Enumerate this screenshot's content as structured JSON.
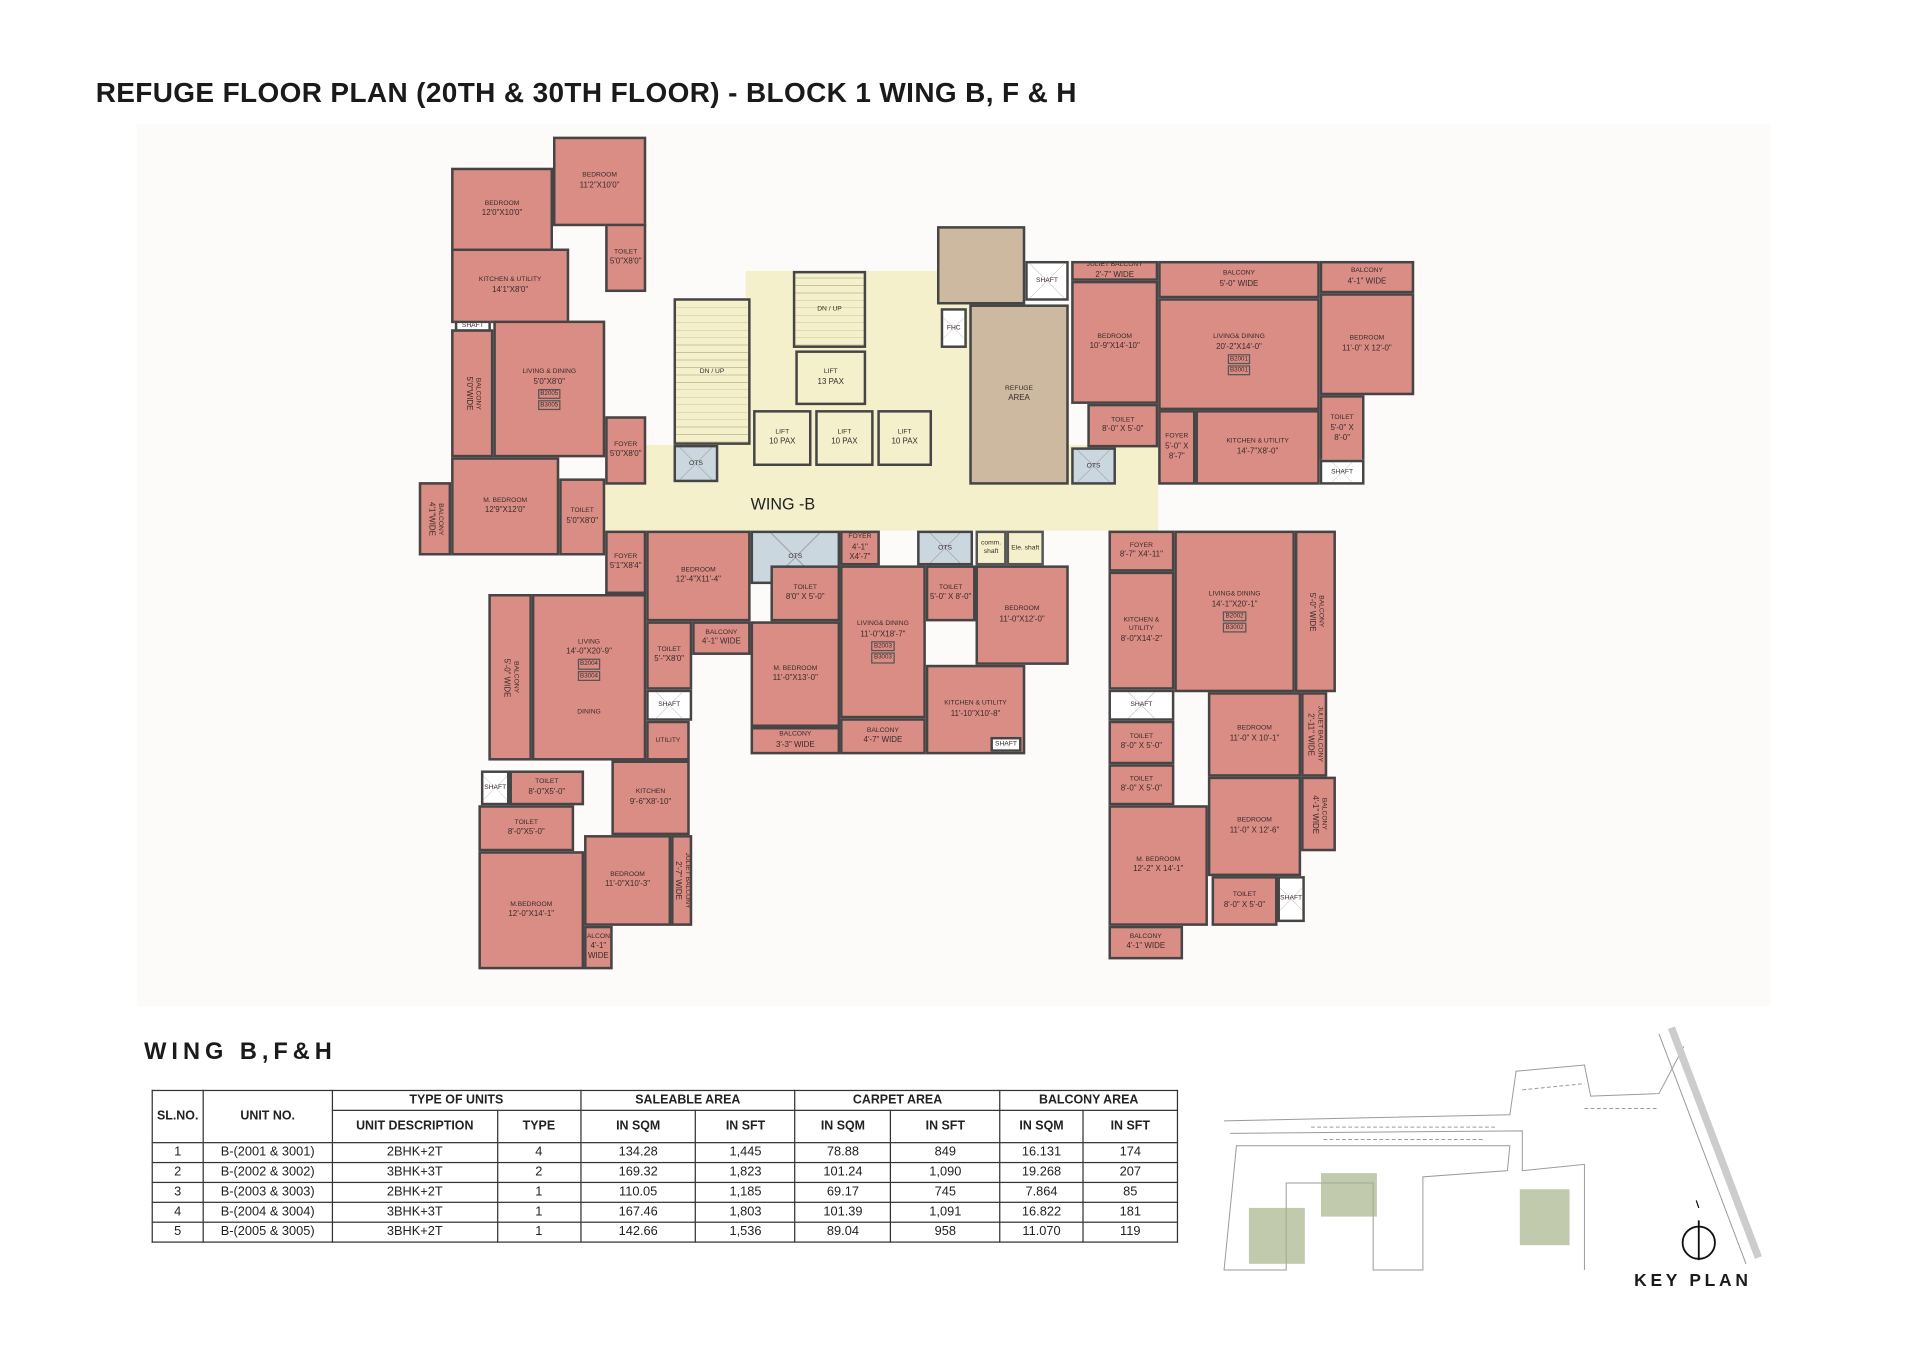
{
  "title": "REFUGE FLOOR PLAN (20TH & 30TH FLOOR) - BLOCK 1 WING B, F & H",
  "plan": {
    "wing_label": "WING -B",
    "rooms": [
      {
        "name": "",
        "dims": ""
      },
      {
        "name": "",
        "dims": ""
      },
      {
        "name": "DN / UP",
        "dims": ""
      },
      {
        "name": "DN / UP",
        "dims": ""
      },
      {
        "name": "LIFT",
        "dims": "13 PAX"
      },
      {
        "name": "LIFT",
        "dims": "10 PAX"
      },
      {
        "name": "LIFT",
        "dims": "10 PAX"
      },
      {
        "name": "LIFT",
        "dims": "10 PAX"
      },
      {
        "name": "OTS",
        "dims": ""
      },
      {
        "name": "",
        "dims": ""
      },
      {
        "name": "REFUGE",
        "dims": "AREA"
      },
      {
        "name": "FHC",
        "dims": ""
      },
      {
        "name": "SHAFT",
        "dims": ""
      },
      {
        "name": "OTS",
        "dims": ""
      },
      {
        "name": "OTS",
        "dims": ""
      },
      {
        "name": "FOYER",
        "dims": "4'-1\" X4'-7\""
      },
      {
        "name": "OTS",
        "dims": ""
      },
      {
        "name": "comm. shaft",
        "dims": ""
      },
      {
        "name": "Ele. shaft",
        "dims": ""
      },
      {
        "name": "BEDROOM",
        "dims": "11'2\"X10'0\""
      },
      {
        "name": "BEDROOM",
        "dims": "12'0\"X10'0\""
      },
      {
        "name": "TOILET",
        "dims": "5'0\"X8'0\""
      },
      {
        "name": "KITCHEN & UTILITY",
        "dims": "14'1\"X8'0\""
      },
      {
        "name": "SHAFT",
        "dims": ""
      },
      {
        "name": "BALCONY",
        "dims": "5'0\"WIDE"
      },
      {
        "name": "LIVING & DINING",
        "dims": "5'0\"X8'0\"",
        "tags": [
          "B2005",
          "B3005"
        ]
      },
      {
        "name": "FOYER",
        "dims": "5'0\"X8'0\""
      },
      {
        "name": "M. BEDROOM",
        "dims": "12'9\"X12'0\""
      },
      {
        "name": "BALCONY",
        "dims": "4'1\"WIDE"
      },
      {
        "name": "TOILET",
        "dims": "5'0\"X8'0\""
      },
      {
        "name": "JULIET BALCONY",
        "dims": "2'-7\" WIDE"
      },
      {
        "name": "BEDROOM",
        "dims": "10'-9\"X14'-10\""
      },
      {
        "name": "BALCONY",
        "dims": "5'-0\" WIDE"
      },
      {
        "name": "BALCONY",
        "dims": "4'-1\" WIDE"
      },
      {
        "name": "LIVING& DINING",
        "dims": "20'-2\"X14'-0\"",
        "tags": [
          "B2001",
          "B3001"
        ]
      },
      {
        "name": "BEDROOM",
        "dims": "11'-0\" X 12'-0\""
      },
      {
        "name": "TOILET",
        "dims": "8'-0\" X 5'-0\""
      },
      {
        "name": "FOYER",
        "dims": "5'-0\" X 8'-7\""
      },
      {
        "name": "KITCHEN & UTILITY",
        "dims": "14'-7\"X8'-0\""
      },
      {
        "name": "TOILET",
        "dims": "5'-0\" X 8'-0\""
      },
      {
        "name": "SHAFT",
        "dims": ""
      },
      {
        "name": "FOYER",
        "dims": "5'1\"X8'4\""
      },
      {
        "name": "BEDROOM",
        "dims": "12'-4\"X11'-4\""
      },
      {
        "name": "BALCONY",
        "dims": "4'-1\" WIDE"
      },
      {
        "name": "TOILET",
        "dims": "5'-\"X8'0\""
      },
      {
        "name": "SHAFT",
        "dims": ""
      },
      {
        "name": "LIVING",
        "dims": "14'-0\"X20'-9\"",
        "tags": [
          "B2004",
          "B3004"
        ],
        "extra": "DINING"
      },
      {
        "name": "BALCONY",
        "dims": "5'-0\" WIDE"
      },
      {
        "name": "UTILITY",
        "dims": ""
      },
      {
        "name": "KITCHEN",
        "dims": "9'-6\"X8'-10\""
      },
      {
        "name": "SHAFT",
        "dims": ""
      },
      {
        "name": "TOILET",
        "dims": "8'-0\"X5'-0\""
      },
      {
        "name": "TOILET",
        "dims": "8'-0\"X5'-0\""
      },
      {
        "name": "M.BEDROOM",
        "dims": "12'-0\"X14'-1\""
      },
      {
        "name": "BEDROOM",
        "dims": "11'-0\"X10'-3\""
      },
      {
        "name": "JULIET BALCONY",
        "dims": "2'-7\" WIDE"
      },
      {
        "name": "BALCONY",
        "dims": "4'-1\" WIDE"
      },
      {
        "name": "TOILET",
        "dims": "8'0\" X 5'-0\""
      },
      {
        "name": "M. BEDROOM",
        "dims": "11'-0\"X13'-0\""
      },
      {
        "name": "BALCONY",
        "dims": "3'-3\" WIDE"
      },
      {
        "name": "LIVING& DINING",
        "dims": "11'-0\"X18'-7\"",
        "tags": [
          "B2003",
          "B3003"
        ]
      },
      {
        "name": "BALCONY",
        "dims": "4'-7\" WIDE"
      },
      {
        "name": "TOILET",
        "dims": "5'-0\" X 8'-0\""
      },
      {
        "name": "BEDROOM",
        "dims": "11'-0\"X12'-0\""
      },
      {
        "name": "KITCHEN & UTILITY",
        "dims": "11'-10\"X10'-8\""
      },
      {
        "name": "SHAFT",
        "dims": ""
      },
      {
        "name": "FOYER",
        "dims": "8'-7\" X4'-11\""
      },
      {
        "name": "LIVING& DINING",
        "dims": "14'-1\"X20'-1\"",
        "tags": [
          "B2002",
          "B3002"
        ]
      },
      {
        "name": "BALCONY",
        "dims": "5'-0\" WIDE"
      },
      {
        "name": "KITCHEN & UTILITY",
        "dims": "8'-0\"X14'-2\""
      },
      {
        "name": "SHAFT",
        "dims": ""
      },
      {
        "name": "TOILET",
        "dims": "8'-0\" X 5'-0\""
      },
      {
        "name": "TOILET",
        "dims": "8'-0\" X 5'-0\""
      },
      {
        "name": "M. BEDROOM",
        "dims": "12'-2\" X 14'-1\""
      },
      {
        "name": "BEDROOM",
        "dims": "11'-0\" X 10'-1\""
      },
      {
        "name": "JULIET BALCONY",
        "dims": "2'-11\" WIDE"
      },
      {
        "name": "BEDROOM",
        "dims": "11'-0\" X 12'-6\""
      },
      {
        "name": "BALCONY",
        "dims": "4'-1\" WIDE"
      },
      {
        "name": "TOILET",
        "dims": "8'-0\" X 5'-0\""
      },
      {
        "name": "SHAFT",
        "dims": ""
      },
      {
        "name": "BALCONY",
        "dims": "4'-1\" WIDE"
      }
    ],
    "colors": {
      "unit": "#da8d85",
      "core": "#f4f0cb",
      "refuge": "#cdb9a0",
      "ots": "#cbd7de",
      "wall": "#454545"
    }
  },
  "table": {
    "heading": "WING B,F&H",
    "group_headers": {
      "sl": "SL.NO.",
      "unit": "UNIT NO.",
      "type_of_units": "TYPE OF UNITS",
      "saleable": "SALEABLE AREA",
      "carpet": "CARPET AREA",
      "balcony": "BALCONY AREA"
    },
    "sub_headers": [
      "UNIT DESCRIPTION",
      "TYPE",
      "IN SQM",
      "IN SFT",
      "IN SQM",
      "IN SFT",
      "IN SQM",
      "IN SFT"
    ],
    "rows": [
      [
        "1",
        "B-(2001 & 3001)",
        "2BHK+2T",
        "4",
        "134.28",
        "1,445",
        "78.88",
        "849",
        "16.131",
        "174"
      ],
      [
        "2",
        "B-(2002 & 3002)",
        "3BHK+3T",
        "2",
        "169.32",
        "1,823",
        "101.24",
        "1,090",
        "19.268",
        "207"
      ],
      [
        "3",
        "B-(2003 & 3003)",
        "2BHK+2T",
        "1",
        "110.05",
        "1,185",
        "69.17",
        "745",
        "7.864",
        "85"
      ],
      [
        "4",
        "B-(2004 & 3004)",
        "3BHK+3T",
        "1",
        "167.46",
        "1,803",
        "101.39",
        "1,091",
        "16.822",
        "181"
      ],
      [
        "5",
        "B-(2005 & 3005)",
        "3BHK+2T",
        "1",
        "142.66",
        "1,536",
        "89.04",
        "958",
        "11.070",
        "119"
      ]
    ]
  },
  "key_plan": {
    "label": "KEY PLAN",
    "north_icon": "north-arrow-icon",
    "highlight_color": "#a8b38a"
  }
}
